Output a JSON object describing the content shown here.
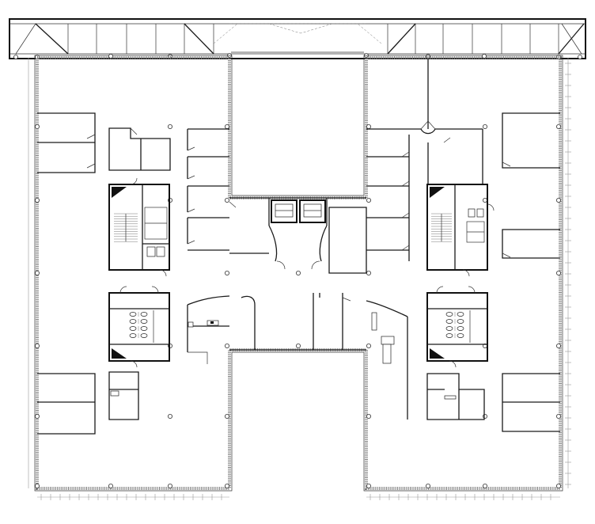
{
  "drawing": {
    "type": "floor-plan",
    "stroke_color": "#1a1a1a",
    "background": "#ffffff",
    "wings": [
      "west-wing",
      "east-wing"
    ],
    "cores": [
      "west-stair-core",
      "east-stair-core",
      "central-elevator-lobby"
    ],
    "restroom_groups": 2,
    "elevator_count": 2
  }
}
